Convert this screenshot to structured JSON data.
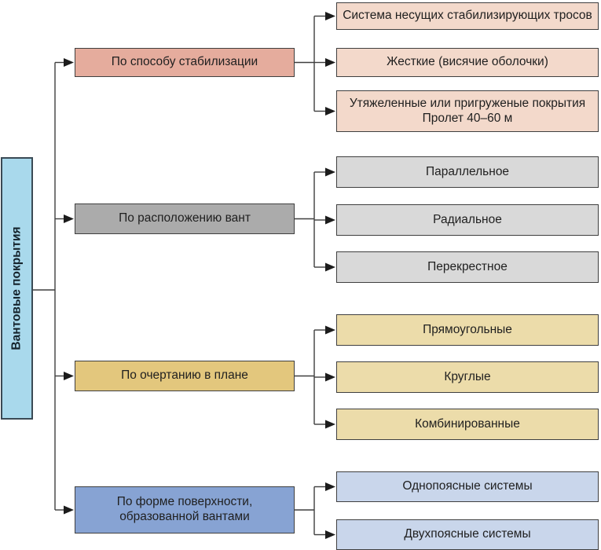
{
  "diagram": {
    "root_label": "Вантовые покрытия",
    "groups": [
      {
        "label": "По способу стабилизации",
        "leaves": [
          "Система несущих стабилизирующих тросов",
          "Жесткие (висячие оболочки)",
          "Утяжеленные или пригруженые покрытия\nПролет 40–60 м"
        ]
      },
      {
        "label": "По расположению вант",
        "leaves": [
          "Параллельное",
          "Радиальное",
          "Перекрестное"
        ]
      },
      {
        "label": "По очертанию в плане",
        "leaves": [
          "Прямоугольные",
          "Круглые",
          "Комбинированные"
        ]
      },
      {
        "label": "По форме поверхности,\nобразованной вантами",
        "leaves": [
          "Однопоясные системы",
          "Двухпоясные системы"
        ]
      }
    ],
    "colors": {
      "root_fill": "#a9d9ec",
      "group1_header": "#e5ac9d",
      "group1_leaf": "#f3d9cb",
      "group2_header": "#ababab",
      "group2_leaf": "#d9d9d9",
      "group3_header": "#e3c77d",
      "group3_leaf": "#ecdcaa",
      "group4_header": "#87a3d3",
      "group4_leaf": "#c9d6eb",
      "line": "#3f3f3f",
      "arrow": "#1c1c1c"
    }
  }
}
